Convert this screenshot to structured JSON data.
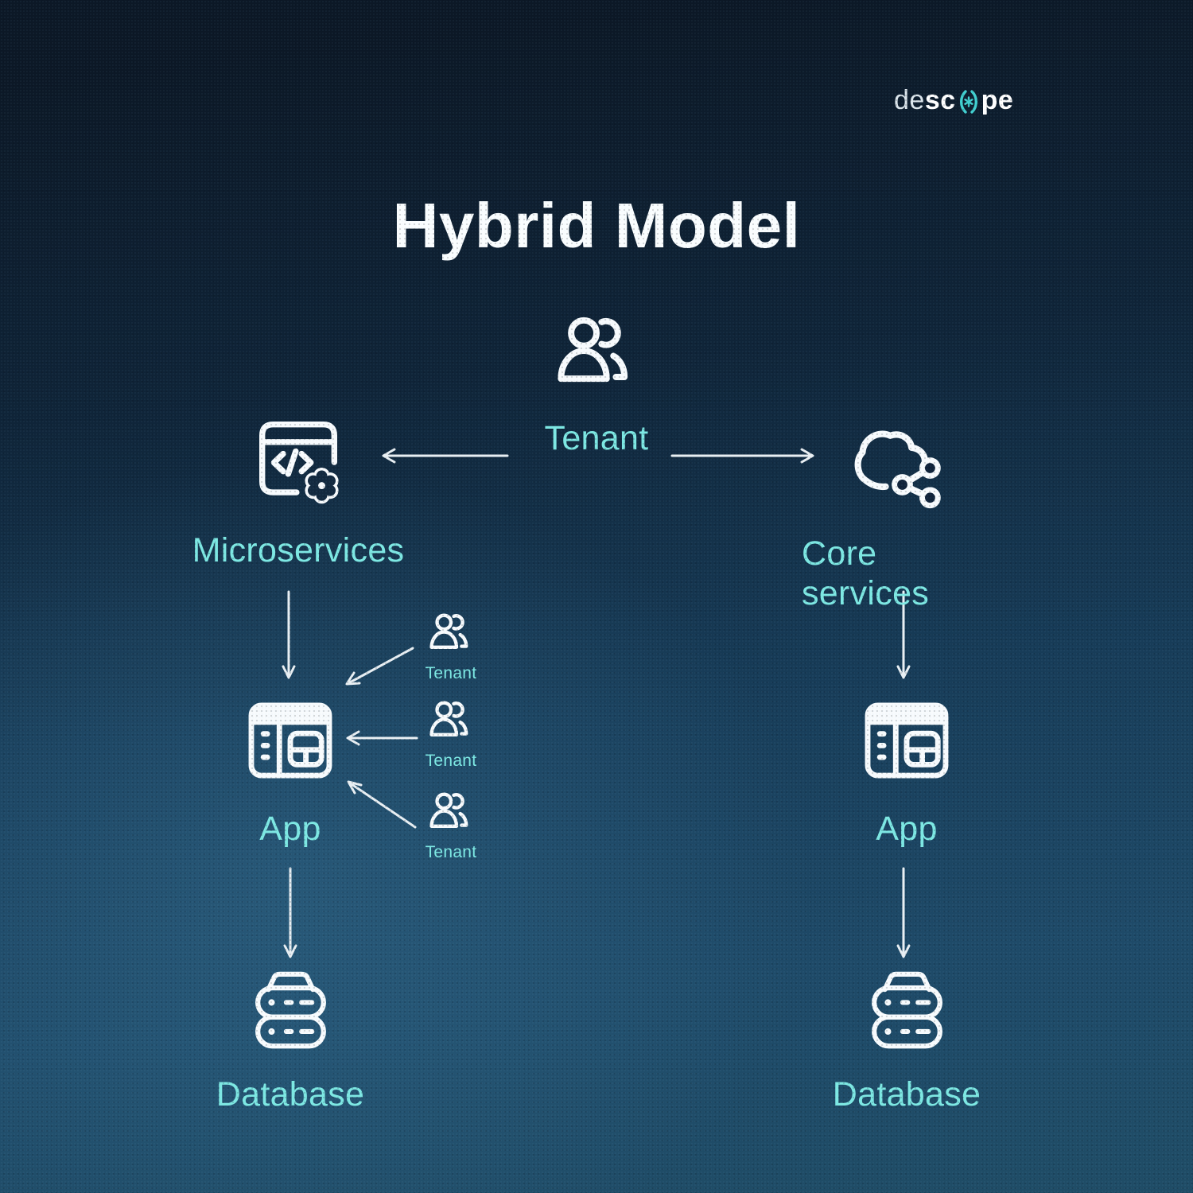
{
  "brand": {
    "part_thin": "de",
    "part_bold_1": "sc",
    "o_mark": "(*)",
    "part_bold_2": "pe"
  },
  "title": "Hybrid Model",
  "nodes": {
    "tenant_top": {
      "label": "Tenant",
      "icon": "users-icon"
    },
    "microservices": {
      "label": "Microservices",
      "icon": "code-window-gear-icon"
    },
    "core_services": {
      "label": "Core services",
      "icon": "cloud-share-icon"
    },
    "app_left": {
      "label": "App",
      "icon": "app-window-icon"
    },
    "app_right": {
      "label": "App",
      "icon": "app-window-icon"
    },
    "database_left": {
      "label": "Database",
      "icon": "database-server-icon"
    },
    "database_right": {
      "label": "Database",
      "icon": "database-server-icon"
    },
    "tenant_small_1": {
      "label": "Tenant",
      "icon": "users-icon"
    },
    "tenant_small_2": {
      "label": "Tenant",
      "icon": "users-icon"
    },
    "tenant_small_3": {
      "label": "Tenant",
      "icon": "users-icon"
    }
  },
  "arrows": [
    {
      "from": "tenant_top",
      "to": "microservices"
    },
    {
      "from": "tenant_top",
      "to": "core_services"
    },
    {
      "from": "microservices",
      "to": "app_left"
    },
    {
      "from": "core_services",
      "to": "app_right"
    },
    {
      "from": "app_left",
      "to": "database_left"
    },
    {
      "from": "app_right",
      "to": "database_right"
    },
    {
      "from": "tenant_small_1",
      "to": "app_left"
    },
    {
      "from": "tenant_small_2",
      "to": "app_left"
    },
    {
      "from": "tenant_small_3",
      "to": "app_left"
    }
  ],
  "colors": {
    "background_top": "#0c1826",
    "background_bottom": "#1f4c66",
    "label_teal": "#7de8e3",
    "icon_white": "#f8fbfd",
    "arrow": "#e9eff3",
    "logo_teal": "#41cfcf"
  }
}
